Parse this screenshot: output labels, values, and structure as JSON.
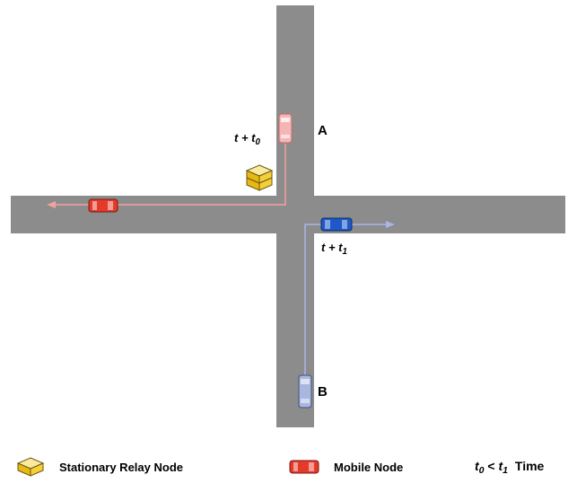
{
  "diagram": {
    "node_a_label": "A",
    "node_b_label": "B",
    "time_t0": {
      "prefix": "t + t",
      "sub": "0"
    },
    "time_t1": {
      "prefix": "t + t",
      "sub": "1"
    }
  },
  "legend": {
    "relay_label": "Stationary Relay Node",
    "mobile_label": "Mobile Node",
    "time_expr": {
      "a": "t",
      "a_sub": "0",
      "op": " < ",
      "b": "t",
      "b_sub": "1"
    },
    "time_word": "Time"
  },
  "colors": {
    "road": "#8c8c8c",
    "path_red": "#f4a0a0",
    "path_blue": "#aab4e6",
    "car_red": "#e53a2a",
    "car_pink": "#f5b5b5",
    "car_blue": "#1f59c8",
    "car_lightblue": "#a9b7df",
    "relay": "#f2c522"
  }
}
